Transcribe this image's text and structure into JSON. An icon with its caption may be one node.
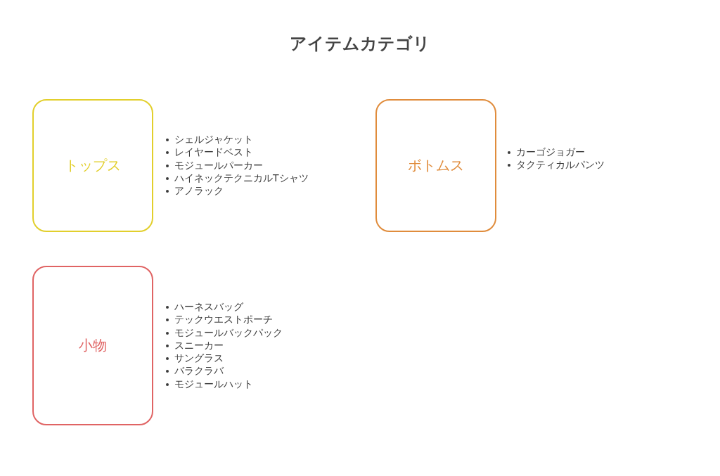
{
  "diagram": {
    "title": "アイテムカテゴリ",
    "nodes": [
      {
        "text": [
          "トップス"
        ],
        "beside": [
          "シェルジャケット",
          "レイヤードベスト",
          "モジュールパーカー",
          "ハイネックテクニカルTシャツ",
          "アノラック"
        ]
      },
      {
        "text": [
          "ボトムス"
        ],
        "beside": [
          "カーゴジョガー",
          "タクティカルパンツ"
        ]
      },
      {
        "text": [
          "小物"
        ],
        "beside": [
          "ハーネスバッグ",
          "テックウエストポーチ",
          "モジュールバックパック",
          "スニーカー",
          "サングラス",
          "バラクラバ",
          "モジュールハット"
        ]
      }
    ]
  }
}
